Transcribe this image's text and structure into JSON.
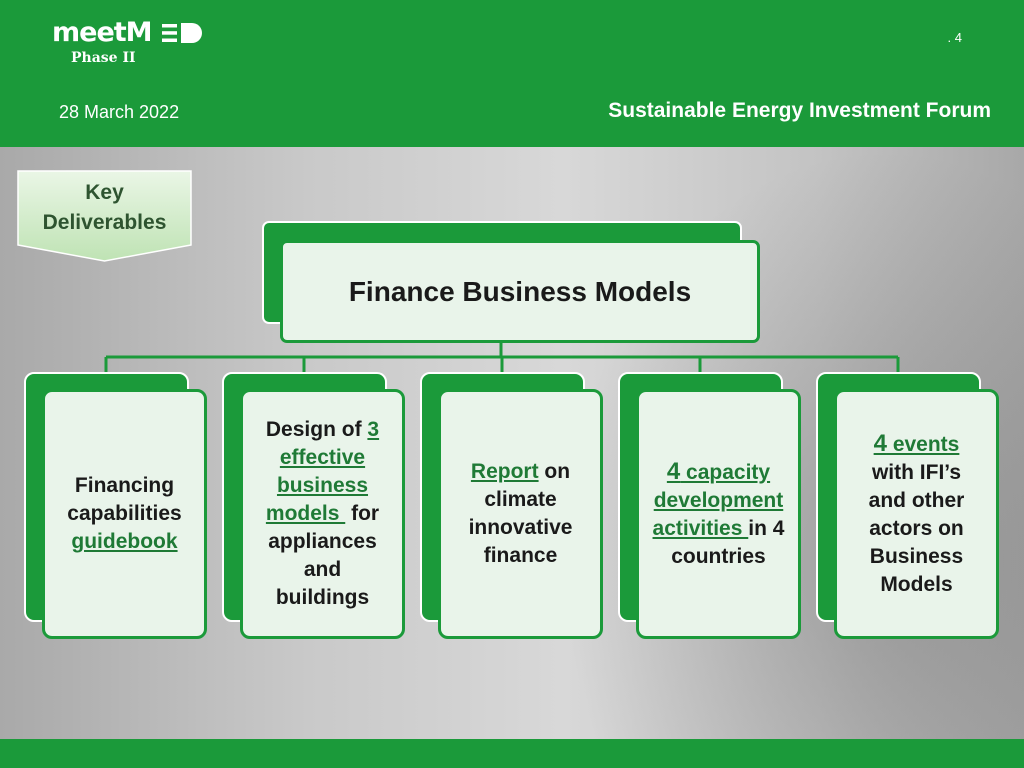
{
  "header": {
    "logo_word": "meetM",
    "logo_phase": "Phase II",
    "page_number": ". 4",
    "date": "28 March 2022",
    "forum": "Sustainable Energy Investment Forum"
  },
  "tag": {
    "line1": "Key",
    "line2": "Deliverables"
  },
  "main": {
    "title": "Finance Business Models"
  },
  "cards": [
    {
      "l1": "Financing",
      "l2": "capabilities",
      "l3": "guidebook"
    },
    {
      "l1a": "Design of ",
      "l1b": "3",
      "l2": "effective",
      "l3": "business",
      "l4a": "models ",
      "l4b": " for",
      "l5": "appliances",
      "l6": "and",
      "l7": "buildings"
    },
    {
      "l1a": "Report",
      "l1b": " on",
      "l2": "climate",
      "l3": "innovative",
      "l4": "finance"
    },
    {
      "l1a": "4",
      "l1b": " capacity",
      "l2": "development",
      "l3a": "activities ",
      "l3b": "in 4",
      "l4": "countries"
    },
    {
      "l1a": "4",
      "l1b": " events",
      "l2": "with IFI’s",
      "l3": "and other",
      "l4": "actors on",
      "l5": "Business",
      "l6": "Models"
    }
  ],
  "colors": {
    "brand_green": "#1b9a3a",
    "box_fill": "#e9f4ea",
    "link_green": "#1f7a36",
    "tag_text": "#2e5430"
  }
}
